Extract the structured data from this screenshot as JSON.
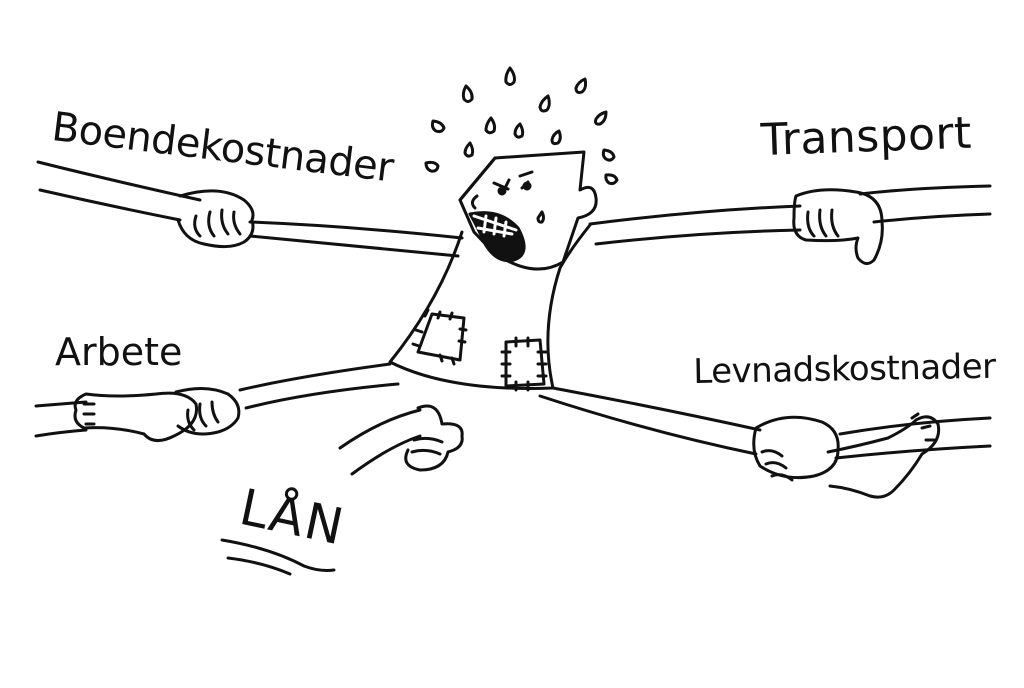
{
  "labels": {
    "top_left": "Boendekostnader",
    "top_right": "Transport",
    "middle_left": "Arbete",
    "middle_right": "Levnadskostnader",
    "bottom": "LÅN"
  },
  "colors": {
    "background": "#ffffff",
    "ink": "#111111"
  },
  "icons": [
    "stressed-character-icon",
    "hand-icon",
    "foot-icon",
    "sweat-drop-icon",
    "patch-icon"
  ]
}
